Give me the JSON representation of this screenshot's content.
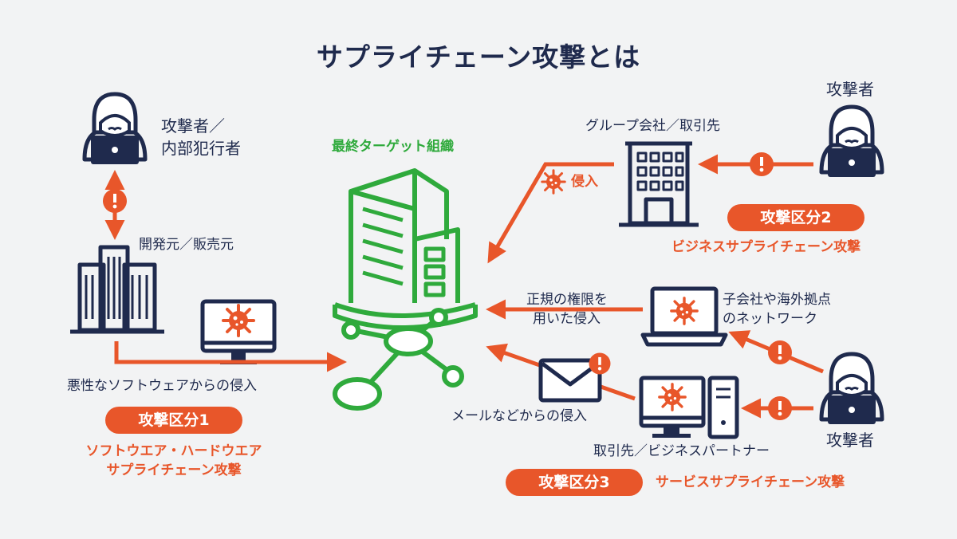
{
  "title": "サプライチェーン攻撃とは",
  "labels": {
    "attacker_insider_1": "攻撃者／",
    "attacker_insider_2": "内部犯行者",
    "developer": "開発元／販売元",
    "malware_intrusion": "悪性なソフトウェアからの侵入",
    "final_target": "最終ターゲット組織",
    "group_company": "グループ会社／取引先",
    "intrusion": "侵入",
    "attacker_top": "攻撃者",
    "legit_1": "正規の権限を",
    "legit_2": "用いた侵入",
    "subsidiary_1": "子会社や海外拠点",
    "subsidiary_2": "のネットワーク",
    "email_intrusion": "メールなどからの侵入",
    "partner": "取引先／ビジネスパートナー",
    "attacker_bottom": "攻撃者"
  },
  "categories": [
    {
      "badge": "攻撃区分1",
      "desc_1": "ソフトウエア・ハードウエア",
      "desc_2": "サプライチェーン攻撃"
    },
    {
      "badge": "攻撃区分2",
      "desc_1": "ビジネスサプライチェーン攻撃"
    },
    {
      "badge": "攻撃区分3",
      "desc_1": "サービスサプライチェーン攻撃"
    }
  ],
  "colors": {
    "navy": "#1f2a4d",
    "orange": "#e8562a",
    "green": "#2faa3c",
    "background": "#f2f3f4"
  }
}
